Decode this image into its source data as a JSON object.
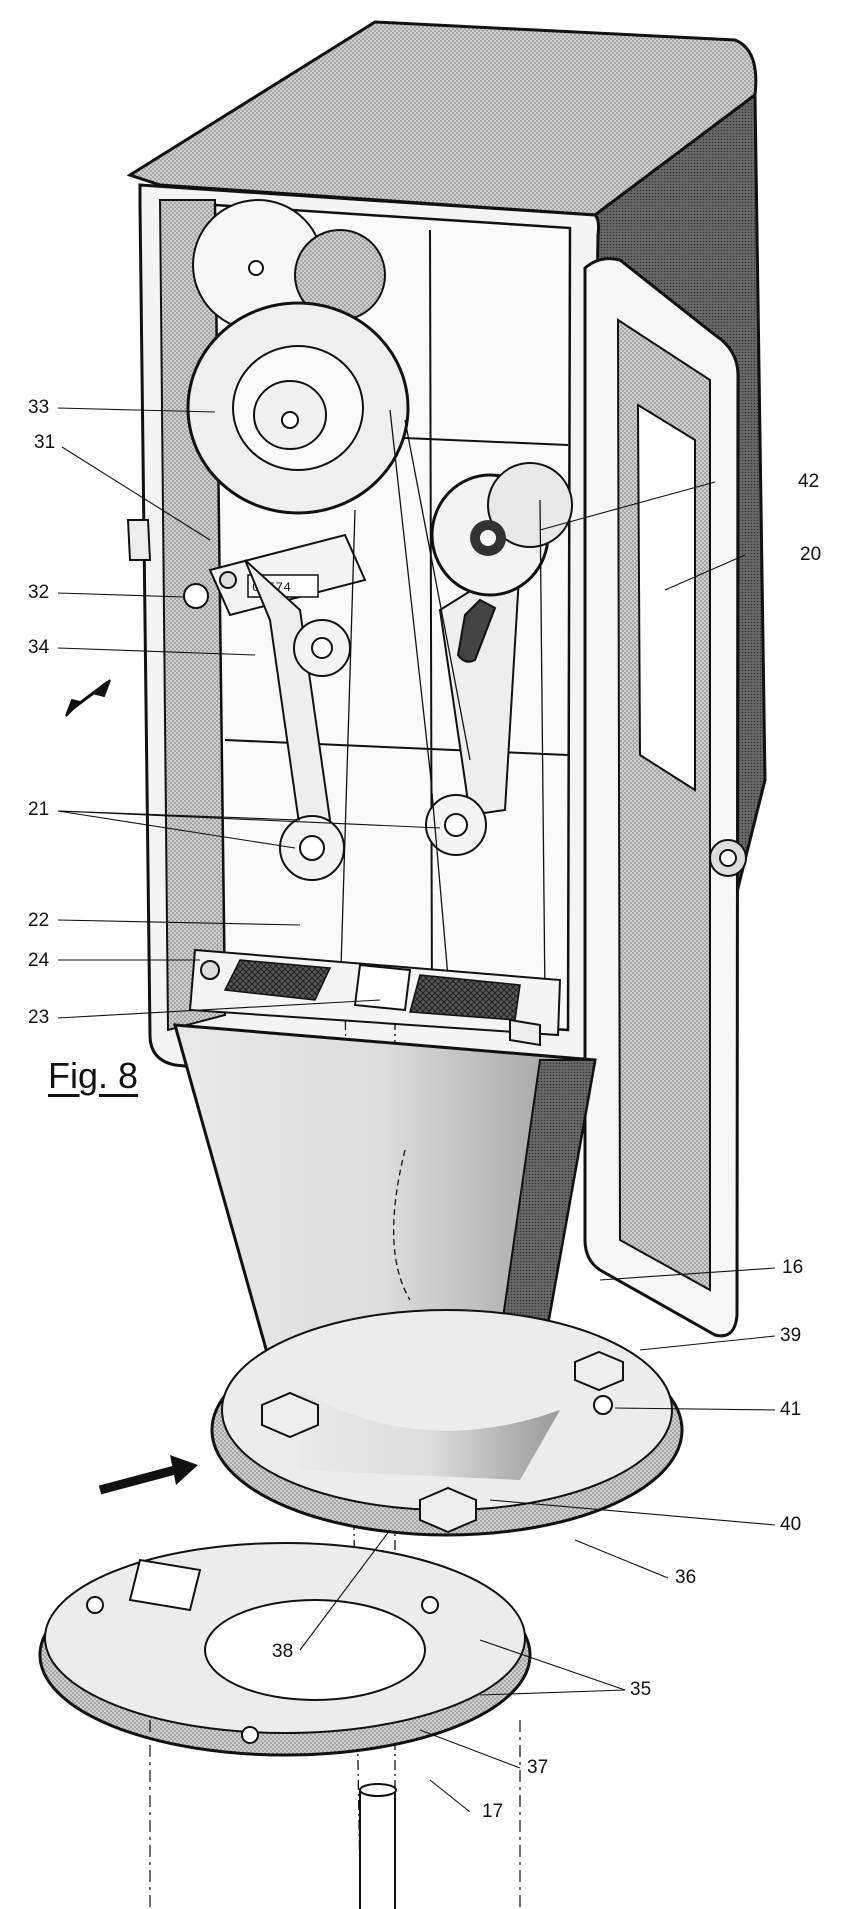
{
  "figure_title": "Fig. 8",
  "counter_reading": "03574",
  "labels": {
    "l16": "16",
    "l17": "17",
    "l20": "20",
    "l21": "21",
    "l22": "22",
    "l23": "23",
    "l24": "24",
    "l31": "31",
    "l32": "32",
    "l33": "33",
    "l34": "34",
    "l35": "35",
    "l36": "36",
    "l37": "37",
    "l38": "38",
    "l39": "39",
    "l40": "40",
    "l41": "41",
    "l42": "42"
  }
}
